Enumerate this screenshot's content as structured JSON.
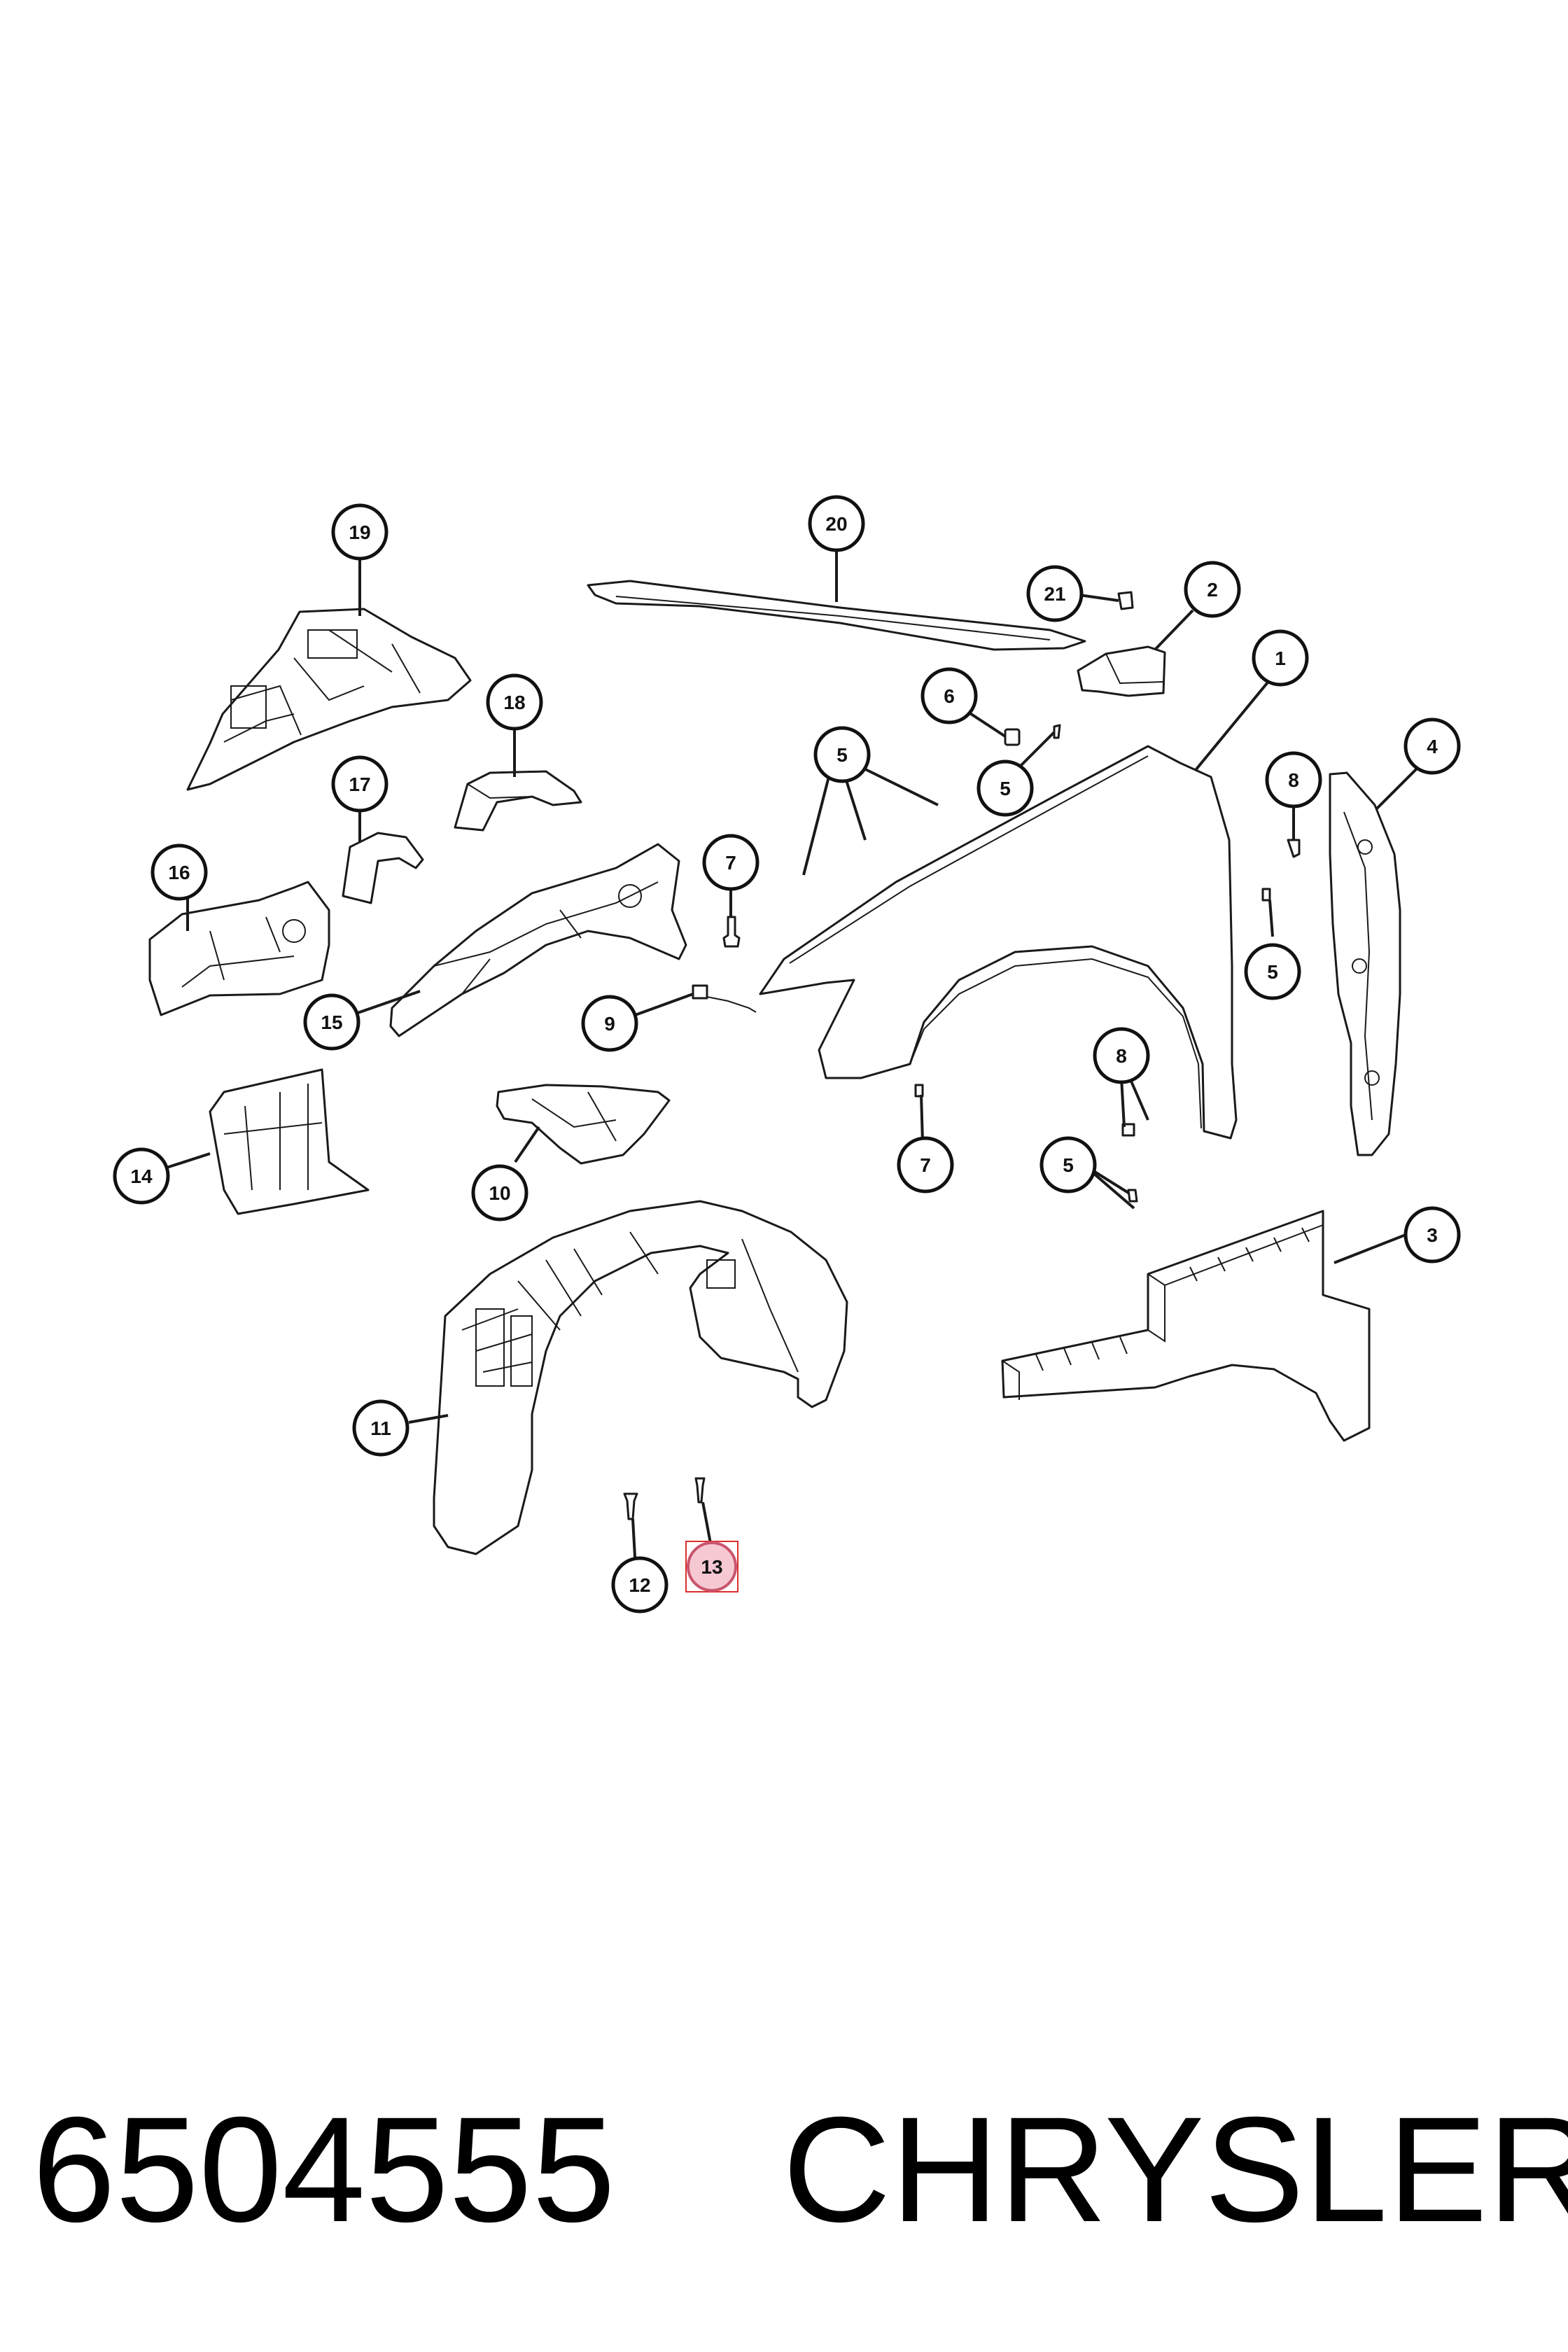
{
  "diagram": {
    "callouts": [
      {
        "id": "c19",
        "label": "19"
      },
      {
        "id": "c20",
        "label": "20"
      },
      {
        "id": "c21",
        "label": "21"
      },
      {
        "id": "c2",
        "label": "2"
      },
      {
        "id": "c1",
        "label": "1"
      },
      {
        "id": "c18",
        "label": "18"
      },
      {
        "id": "c6",
        "label": "6"
      },
      {
        "id": "c5a",
        "label": "5"
      },
      {
        "id": "c5b",
        "label": "5"
      },
      {
        "id": "c4",
        "label": "4"
      },
      {
        "id": "c8a",
        "label": "8"
      },
      {
        "id": "c17",
        "label": "17"
      },
      {
        "id": "c7a",
        "label": "7"
      },
      {
        "id": "c16",
        "label": "16"
      },
      {
        "id": "c5c",
        "label": "5"
      },
      {
        "id": "c15",
        "label": "15"
      },
      {
        "id": "c9",
        "label": "9"
      },
      {
        "id": "c8b",
        "label": "8"
      },
      {
        "id": "c14",
        "label": "14"
      },
      {
        "id": "c7b",
        "label": "7"
      },
      {
        "id": "c5d",
        "label": "5"
      },
      {
        "id": "c10",
        "label": "10"
      },
      {
        "id": "c3",
        "label": "3"
      },
      {
        "id": "c11",
        "label": "11"
      },
      {
        "id": "c13",
        "label": "13"
      },
      {
        "id": "c12",
        "label": "12"
      }
    ],
    "highlighted_label": "13",
    "colors": {
      "line": "#1a1a1a",
      "highlight_fill": "#f6c8d2",
      "highlight_box": "#d9302f"
    }
  },
  "footer": {
    "part_number": "6504555",
    "brand": "CHRYSLER"
  }
}
